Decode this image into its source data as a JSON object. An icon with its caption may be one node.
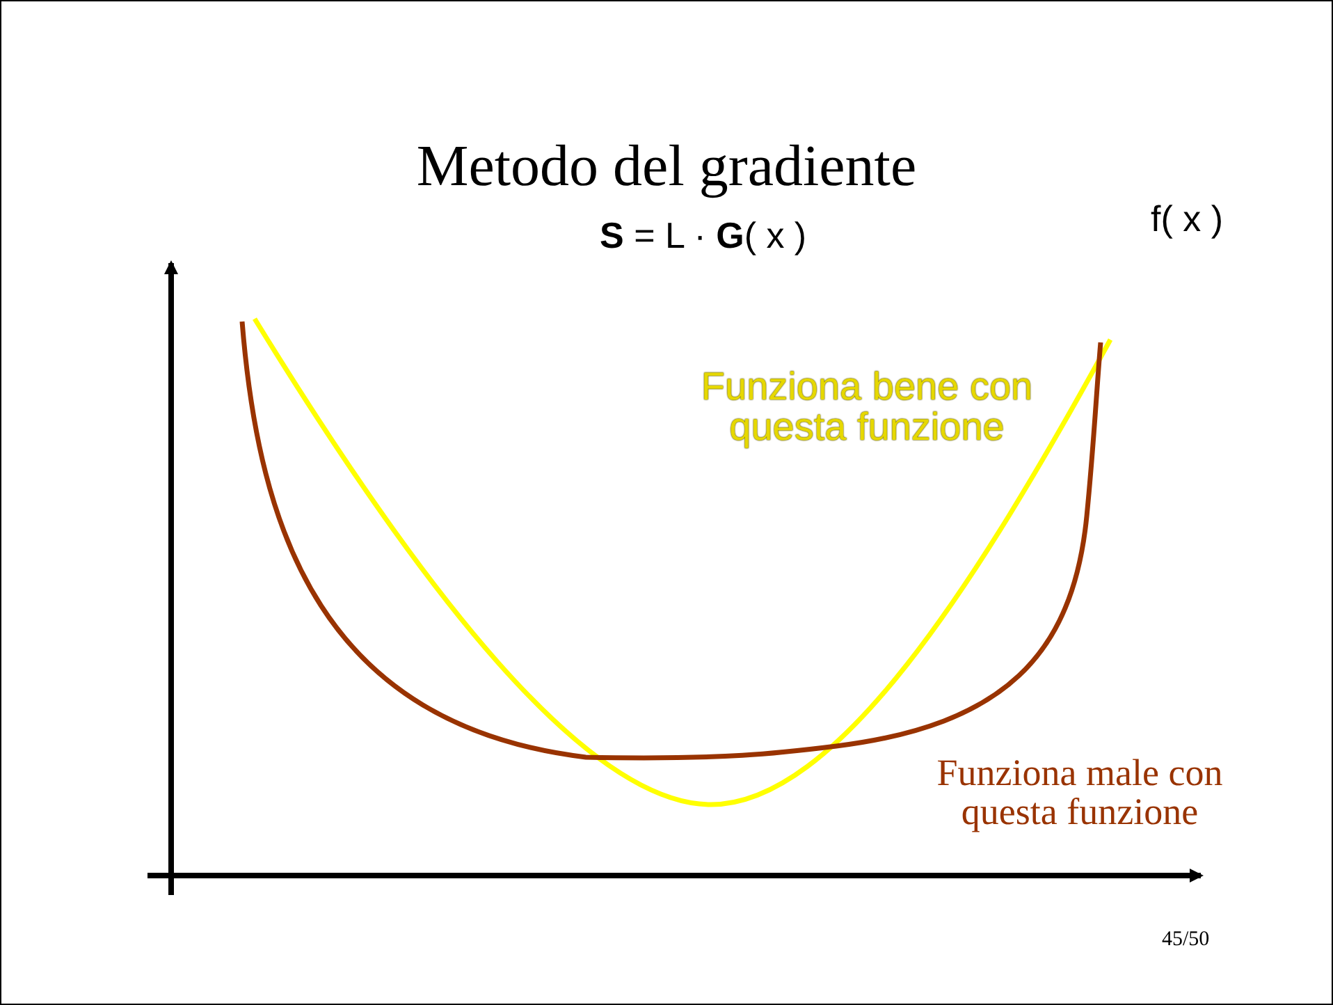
{
  "diagram": {
    "title": "Metodo del gradiente",
    "labels": [
      "**S** = L · **G**( x )",
      "f( x )",
      "Funziona bene con questa funzione",
      "Funziona male con questa funzione",
      "45/50"
    ]
  }
}
